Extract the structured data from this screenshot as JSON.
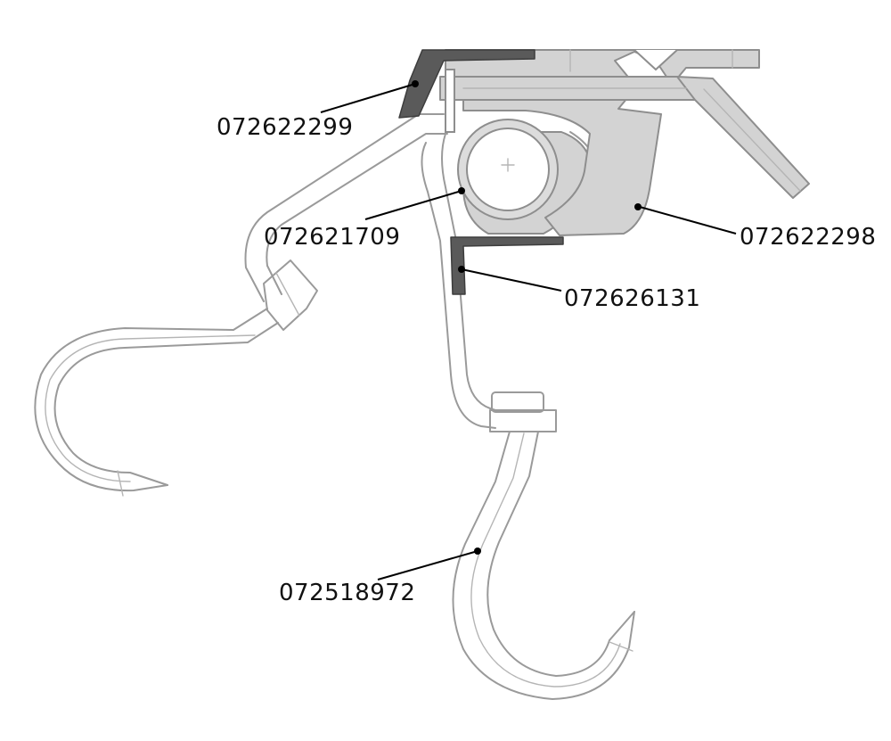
{
  "labels": {
    "part_a": "072622299",
    "part_b": "072621709",
    "part_c": "072622298",
    "part_d": "072626131",
    "part_e": "072518972"
  },
  "colors": {
    "outline": "#9a9a9a",
    "shaded_part": "#d3d3d3",
    "dark_part": "#5a5a5a",
    "leader": "#000000"
  }
}
